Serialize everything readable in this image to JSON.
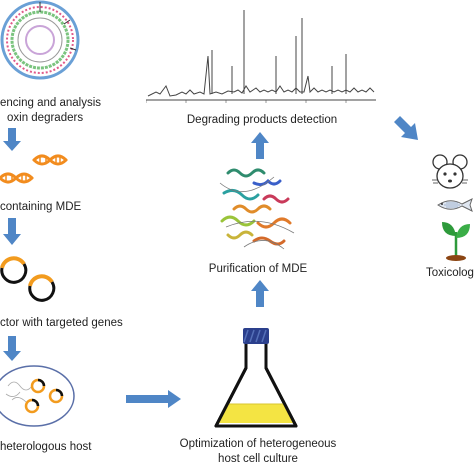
{
  "labels": {
    "step1_line1": "encing and analysis",
    "step1_line2": "oxin degraders",
    "step2": "containing MDE",
    "step3": "ctor with targeted genes",
    "step4": "heterologous host",
    "step5_line1": "Optimization of heterogeneous",
    "step5_line2": "host cell culture",
    "step6": "Purification of MDE",
    "step7": "Degrading products detection",
    "step8": "Toxicolog"
  },
  "colors": {
    "arrow": "#4f86c6",
    "dna_orange": "#f28c1e",
    "plasmid_orange": "#f29b1e",
    "culture_yellow": "#f4e443",
    "flask_cap": "#2b3f8c",
    "spectrum": "#444444",
    "plant_green": "#2e9a3b",
    "soil_brown": "#8b4513"
  }
}
